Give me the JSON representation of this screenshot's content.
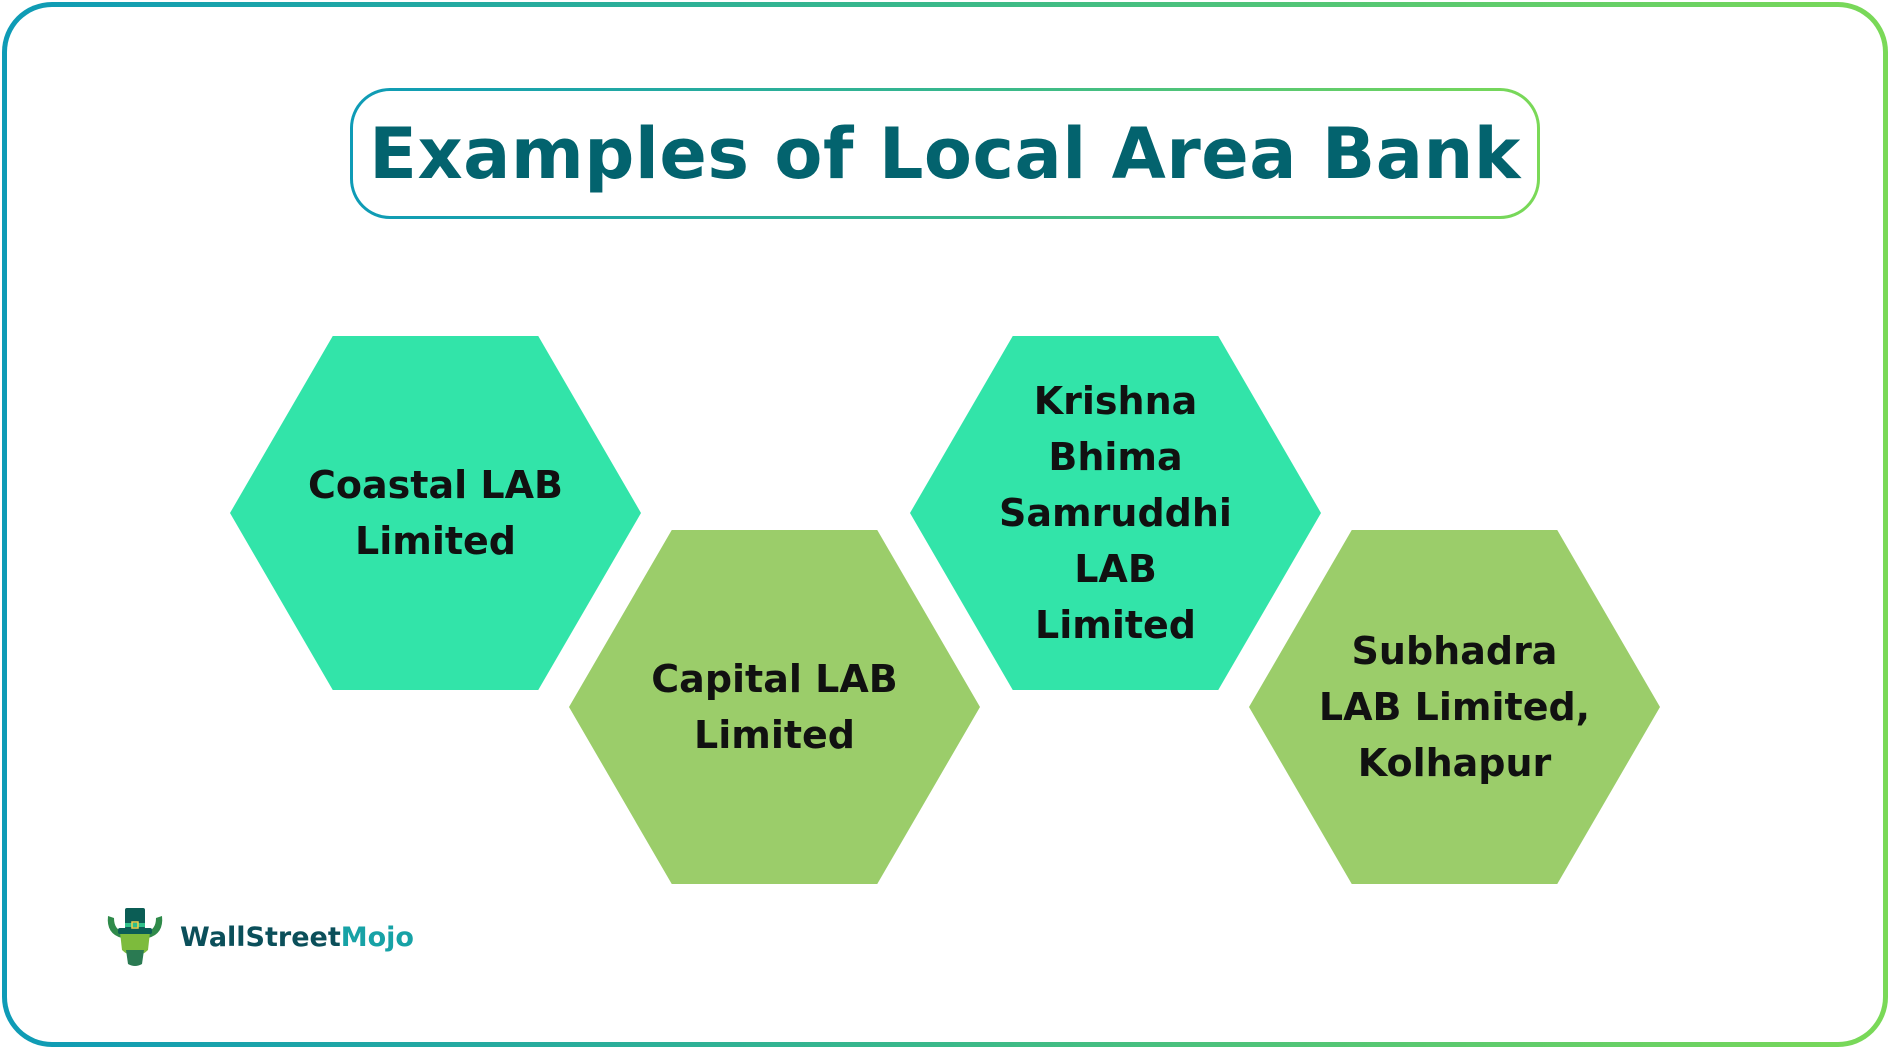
{
  "title": "Examples of Local Area Bank",
  "hexagons": [
    {
      "label": "Coastal LAB Limited",
      "color": "#32e4a9"
    },
    {
      "label": "Capital LAB Limited",
      "color": "#9bcd6a"
    },
    {
      "label": "Krishna Bhima Samruddhi LAB Limited",
      "color": "#32e4a9"
    },
    {
      "label": "Subhadra LAB Limited, Kolhapur",
      "color": "#9bcd6a"
    }
  ],
  "logo": {
    "part1": "WallStreet",
    "part2": "Mojo",
    "icon": "bull-with-top-hat-icon"
  },
  "colors": {
    "title": "#03636e",
    "gradient_start": "#0e9bb6",
    "gradient_end": "#7ad957"
  }
}
